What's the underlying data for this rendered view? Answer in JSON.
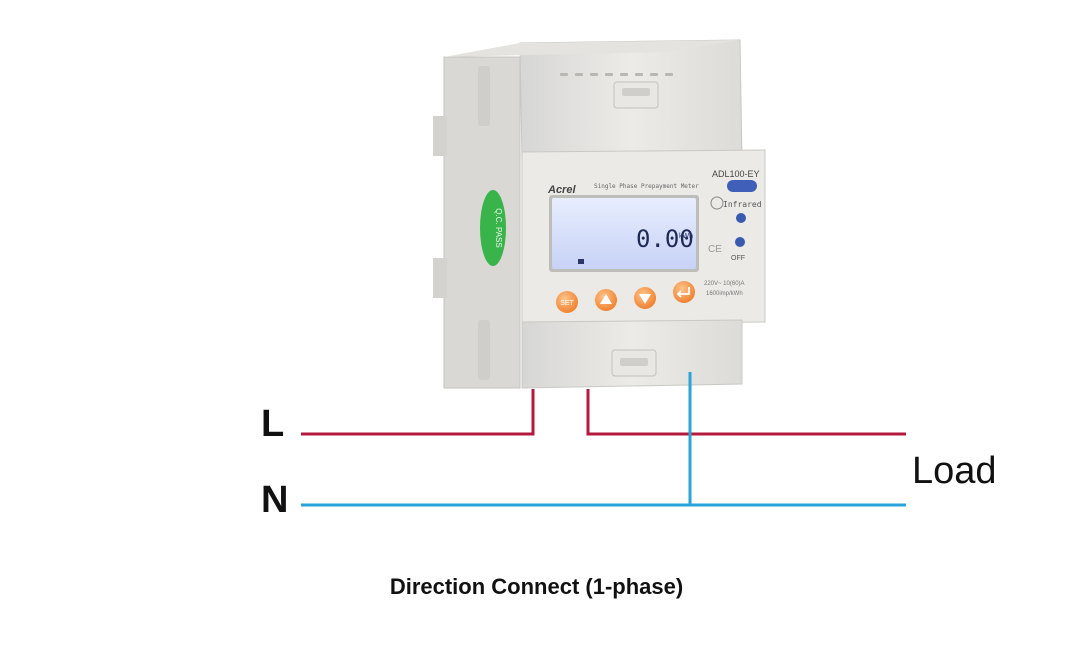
{
  "meter": {
    "brand": "Acrel",
    "description": "Single Phase Prepayment Meter",
    "model": "ADL100-EY",
    "lcd_reading": "0.00",
    "lcd_unit": "kWh",
    "infrared_label": "Infrared",
    "off_label": "OFF",
    "button_set_label": "SET",
    "rating_line1": "220V~ 10(60)A",
    "rating_line2": "1600imp/kWh",
    "side_sticker": "Q.C. PASS"
  },
  "wiring": {
    "line_label": "L",
    "neutral_label": "N",
    "load_label": "Load",
    "colors": {
      "line": "#b5193c",
      "neutral": "#2aa4d8"
    }
  },
  "caption": "Direction Connect (1-phase)"
}
